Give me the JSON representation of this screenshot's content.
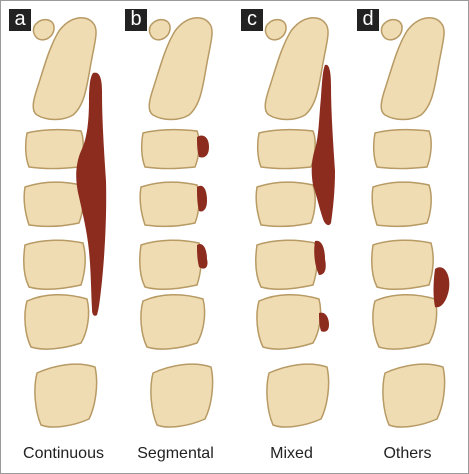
{
  "colors": {
    "bone_fill": "#efdcb3",
    "bone_stroke": "#b79a64",
    "lesion_fill": "#8c2c1e",
    "letter_bg": "#222222",
    "letter_fg": "#ffffff",
    "caption": "#222222"
  },
  "panels": [
    {
      "letter": "a",
      "caption": "Continuous"
    },
    {
      "letter": "b",
      "caption": "Segmental"
    },
    {
      "letter": "c",
      "caption": "Mixed"
    },
    {
      "letter": "d",
      "caption": "Others"
    }
  ]
}
